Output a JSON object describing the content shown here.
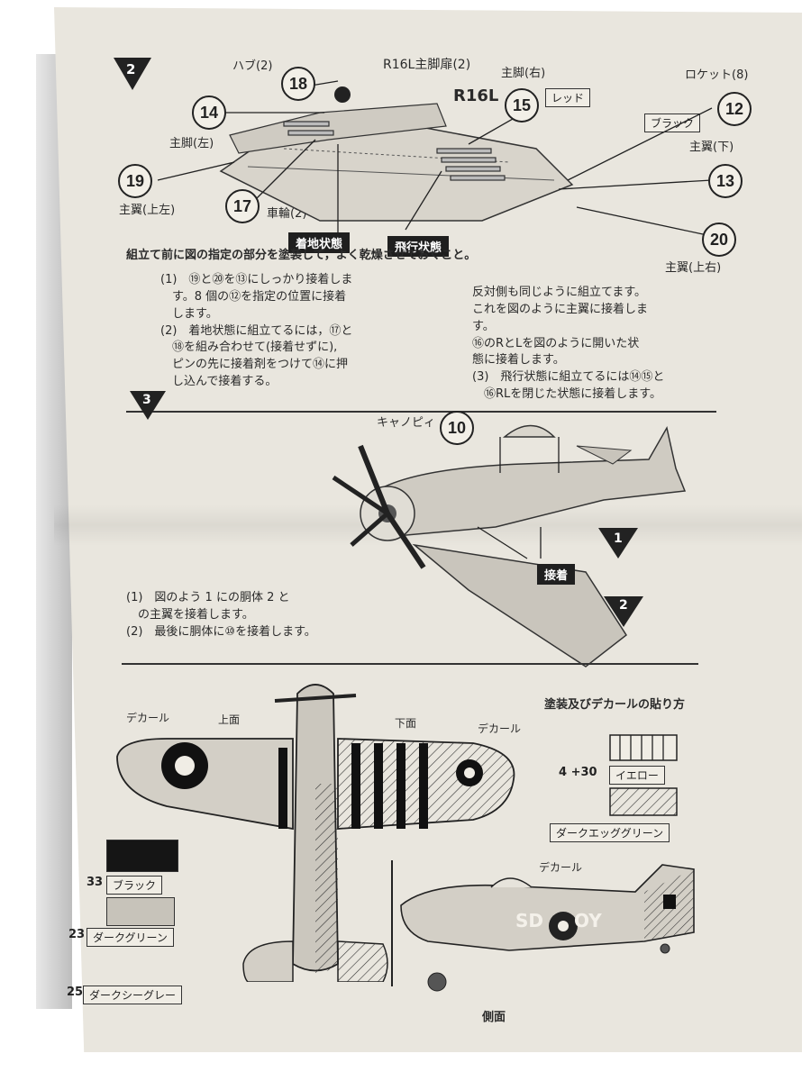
{
  "step2": {
    "number": "2",
    "labels": {
      "hub": "ハブ(2)",
      "door": "R16L主脚扉(2)",
      "main_leg_right": "主脚(右)",
      "rocket": "ロケット(8)",
      "red": "レッド",
      "black": "ブラック",
      "main_leg_left": "主脚(左)",
      "wing_lower": "主翼(下)",
      "wing_upper_left": "主翼(上左)",
      "wheel": "車輪(2)",
      "wing_upper_right": "主翼(上右)",
      "r16l": "R16L",
      "landed": "着地状態",
      "flight": "飛行状態"
    },
    "parts": [
      "18",
      "14",
      "15",
      "12",
      "19",
      "17",
      "13",
      "20"
    ],
    "intro": "組立て前に図の指定の部分を塗装して，よく乾燥させておくこと。",
    "left_text": [
      "(1)　⑲と⑳を⑬にしっかり接着しま",
      "　す。8 個の⑫を指定の位置に接着",
      "　します。",
      "(2)　着地状態に組立てるには，⑰と",
      "　⑱を組み合わせて(接着せずに),",
      "　ピンの先に接着剤をつけて⑭に押",
      "　し込んで接着する。"
    ],
    "right_text": [
      "反対側も同じように組立てます。",
      "これを図のように主翼に接着しま",
      "す。",
      "⑯のRとLを図のように開いた状",
      "態に接着します。",
      "(3)　飛行状態に組立てるには⑭⑮と",
      "　⑯RLを閉じた状態に接着します。"
    ]
  },
  "step3": {
    "number": "3",
    "canopy": "キャノピィ",
    "part": "10",
    "attach": "接着",
    "marker1": "1",
    "marker2": "2",
    "text": [
      "(1)　図のよう 1 にの胴体 2 と",
      "　の主翼を接着します。",
      "(2)　最後に胴体に⑩を接着します。"
    ]
  },
  "painting": {
    "title": "塗装及びデカールの貼り方",
    "decal": "デカール",
    "top_view": "上面",
    "bottom_view": "下面",
    "side_view": "側面",
    "code": "SD",
    "code2": "OY",
    "legend": [
      {
        "num": "4 +30",
        "name": "イエロー"
      },
      {
        "num": "",
        "name": "ダークエッググリーン"
      },
      {
        "num": "33",
        "name": "ブラック"
      },
      {
        "num": "23",
        "name": "ダークグリーン"
      },
      {
        "num": "25",
        "name": "ダークシーグレー"
      }
    ]
  },
  "colors": {
    "paper": "#e9e6de",
    "ink": "#222222"
  }
}
